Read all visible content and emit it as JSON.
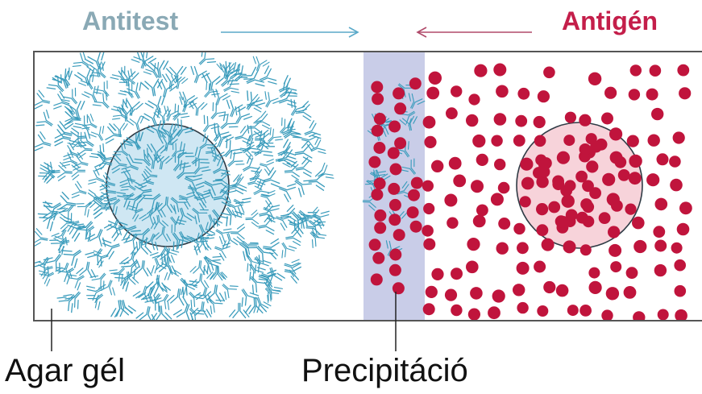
{
  "labels": {
    "antibody": "Antitest",
    "antigen": "Antigén",
    "agar": "Agar gél",
    "precipitation": "Precipitáció"
  },
  "colors": {
    "antibody": "#3b9cbc",
    "antigen": "#c0143c",
    "antibody_well": "#cfe7f3",
    "antigen_well": "#f7d3da",
    "precipitation_band": "#c9cde8",
    "antibody_label": "#8aa9b5",
    "antigen_label": "#c41e4a",
    "frame": "#555555"
  },
  "icons": {
    "antibody": "y-shaped-antibody-icon",
    "antigen": "red-dot-antigen-icon"
  }
}
